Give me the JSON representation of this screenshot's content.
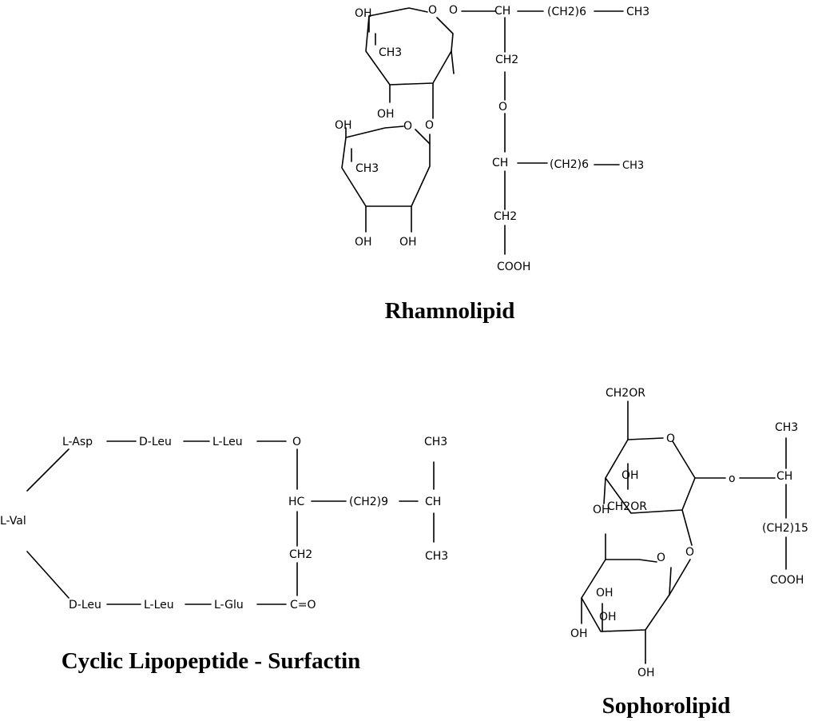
{
  "rhamnolipid": {
    "title": "Rhamnolipid",
    "oh1": "OH",
    "oh2": "OH",
    "oh3": "OH",
    "oh4": "OH",
    "oh5": "OH",
    "ring1_o": "O",
    "ring2_o": "O",
    "glyc_o1": "O",
    "glyc_o2": "O",
    "ether_o": "O",
    "ch3_ring1": "CH3",
    "ch3_ring2": "CH3",
    "ch_top": "CH",
    "ch2_top": "(CH2)6",
    "ch3_end_top": "CH3",
    "ch2_link": "CH2",
    "ch_mid": "CH",
    "ch2_mid": "(CH2)6",
    "ch3_end_mid": "CH3",
    "ch2_low": "CH2",
    "cooh": "COOH"
  },
  "surfactin": {
    "title": "Cyclic Lipopeptide - Surfactin",
    "residues": [
      "L-Asp",
      "D-Leu",
      "L-Leu",
      "L-Val",
      "D-Leu",
      "L-Leu",
      "L-Glu"
    ],
    "ester_o": "O",
    "hc": "HC",
    "chain": "(CH2)9",
    "ch": "CH",
    "ch3_top": "CH3",
    "ch3_bottom": "CH3",
    "ch2": "CH2",
    "carbonyl": "C=O"
  },
  "sophorolipid": {
    "title": "Sophorolipid",
    "ch2or_top": "CH2OR",
    "ch2or_bottom": "CH2OR",
    "oh_r1a": "OH",
    "oh_r1b": "OH",
    "oh_r2a": "OH",
    "oh_r2b": "OH",
    "oh_r2c": "OH",
    "ring1_o": "O",
    "ring2_o": "O",
    "glyc_o1": "O",
    "glyc_o2": "o",
    "ch3": "CH3",
    "ch": "CH",
    "chain": "(CH2)15",
    "cooh": "COOH"
  }
}
